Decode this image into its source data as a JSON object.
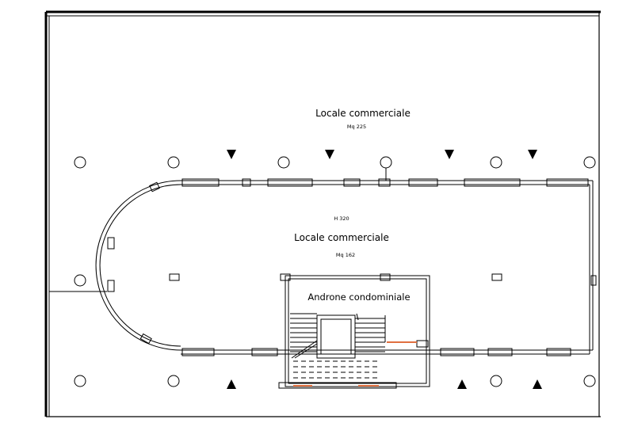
{
  "rooms": {
    "outer": {
      "name": "Locale commerciale",
      "area": "Mq 225"
    },
    "inner": {
      "name": "Locale commerciale",
      "area": "Mq 162",
      "height": "H 320"
    },
    "lobby": {
      "name": "Androne condominiale"
    }
  },
  "colors": {
    "line": "#000000",
    "door_accent": "#e07040"
  }
}
